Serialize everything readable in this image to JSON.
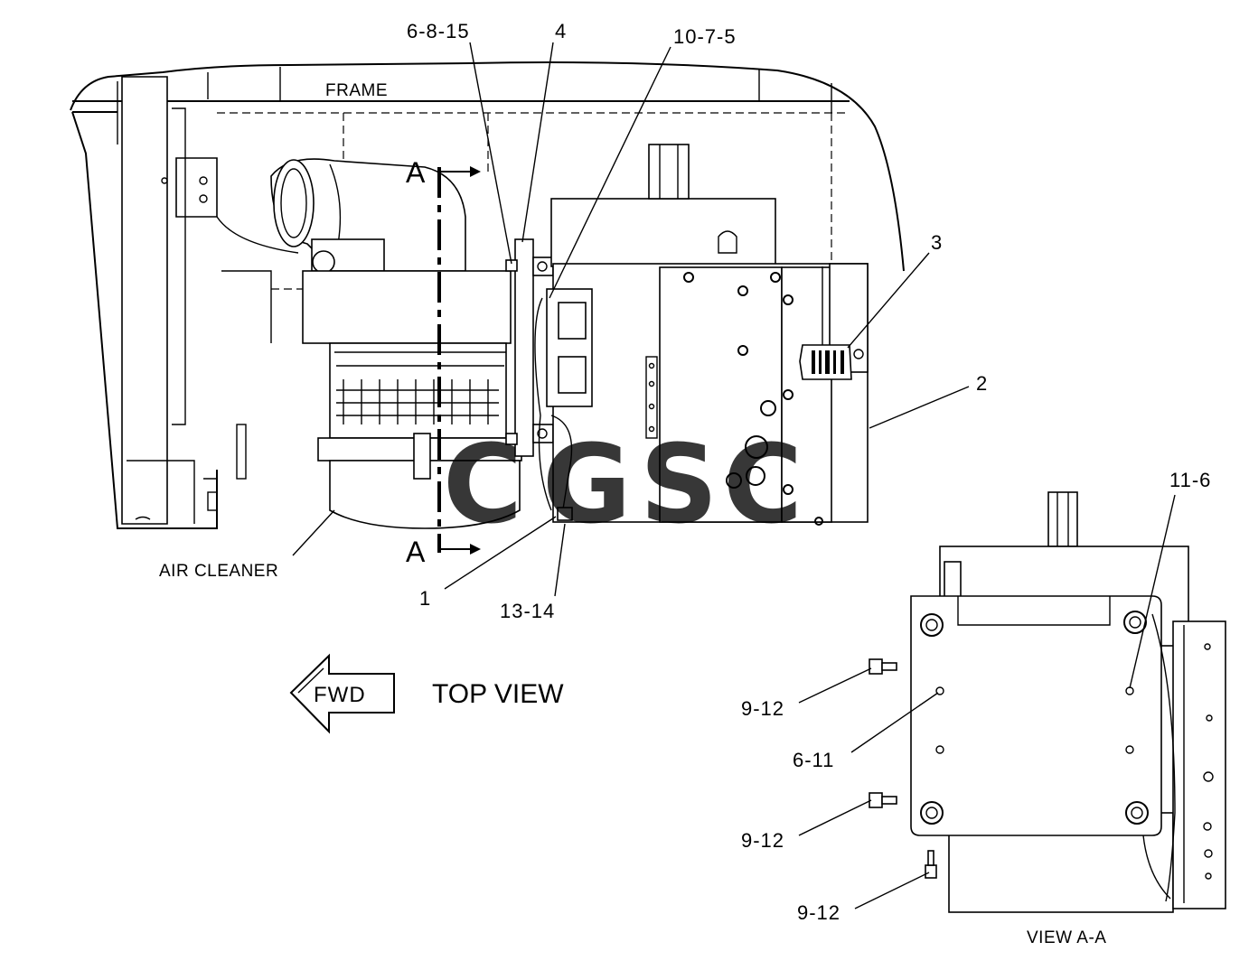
{
  "labels": {
    "frame": "FRAME",
    "air_cleaner": "AIR CLEANER",
    "section_a_top": "A",
    "section_a_bottom": "A",
    "fwd": "FWD",
    "top_view": "TOP VIEW",
    "view_aa": "VIEW  A-A"
  },
  "callouts": {
    "c_6_8_15": "6-8-15",
    "c_4": "4",
    "c_10_7_5": "10-7-5",
    "c_3": "3",
    "c_2": "2",
    "c_1": "1",
    "c_13_14": "13-14",
    "c_11_6": "11-6",
    "c_9_12_a": "9-12",
    "c_6_11": "6-11",
    "c_9_12_b": "9-12",
    "c_9_12_c": "9-12"
  },
  "watermark": {
    "letters": [
      "C",
      "G",
      "S",
      "C"
    ],
    "colors": [
      "#4f8ff2",
      "#ec5b52",
      "#f5c842",
      "#3aaa6a"
    ]
  }
}
